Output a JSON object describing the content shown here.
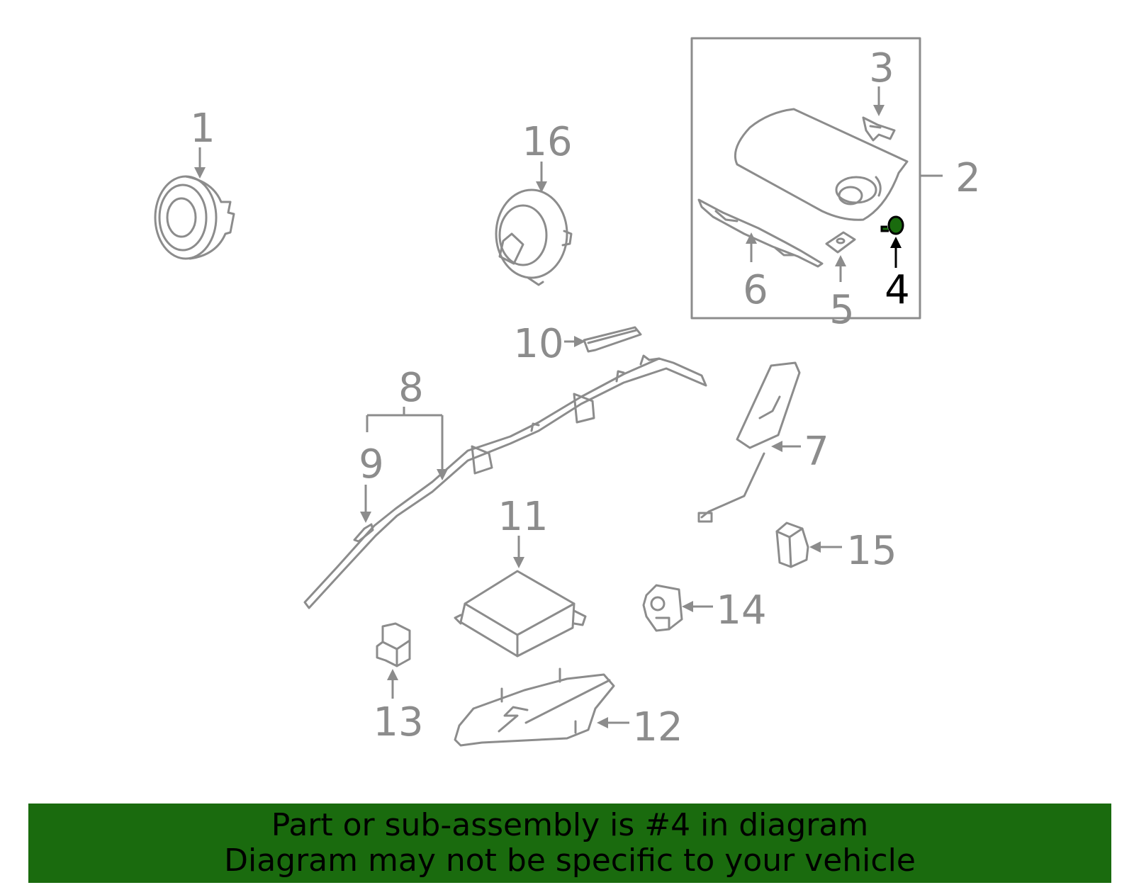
{
  "callouts": {
    "c1": "1",
    "c2": "2",
    "c3": "3",
    "c4": "4",
    "c5": "5",
    "c6": "6",
    "c7": "7",
    "c8": "8",
    "c9": "9",
    "c10": "10",
    "c11": "11",
    "c12": "12",
    "c13": "13",
    "c14": "14",
    "c15": "15",
    "c16": "16"
  },
  "highlighted_part": "4",
  "colors": {
    "part_stroke": "#8c8c8c",
    "highlight": "#000000",
    "highlight_part_fill": "#1a6b0e",
    "banner_background": "#1a6b0e",
    "banner_text": "#000000"
  },
  "banner": {
    "line1": "Part or sub-assembly is #4 in diagram",
    "line2": "Diagram may not be specific to your vehicle"
  }
}
